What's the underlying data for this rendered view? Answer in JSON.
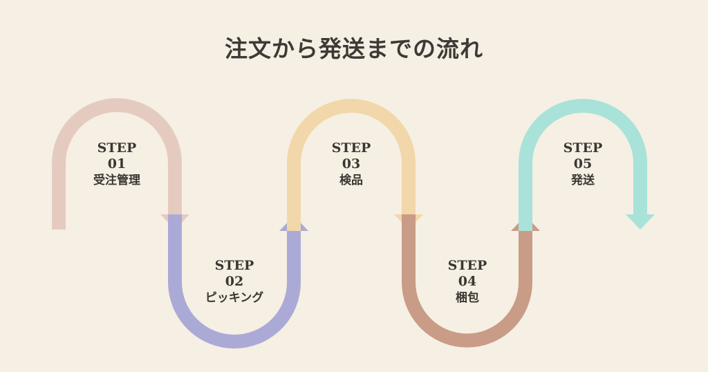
{
  "title": "注文から発送までの流れ",
  "steps": [
    {
      "step_label": "STEP",
      "number": "01",
      "name": "受注管理",
      "color": "#e5cbbf",
      "direction": "down",
      "arc": "top"
    },
    {
      "step_label": "STEP",
      "number": "02",
      "name": "ピッキング",
      "color": "#abaad6",
      "direction": "up",
      "arc": "bottom"
    },
    {
      "step_label": "STEP",
      "number": "03",
      "name": "検品",
      "color": "#f1d7a9",
      "direction": "down",
      "arc": "top"
    },
    {
      "step_label": "STEP",
      "number": "04",
      "name": "梱包",
      "color": "#c99c87",
      "direction": "up",
      "arc": "bottom"
    },
    {
      "step_label": "STEP",
      "number": "05",
      "name": "発送",
      "color": "#a8e2d8",
      "direction": "down",
      "arc": "top"
    }
  ]
}
